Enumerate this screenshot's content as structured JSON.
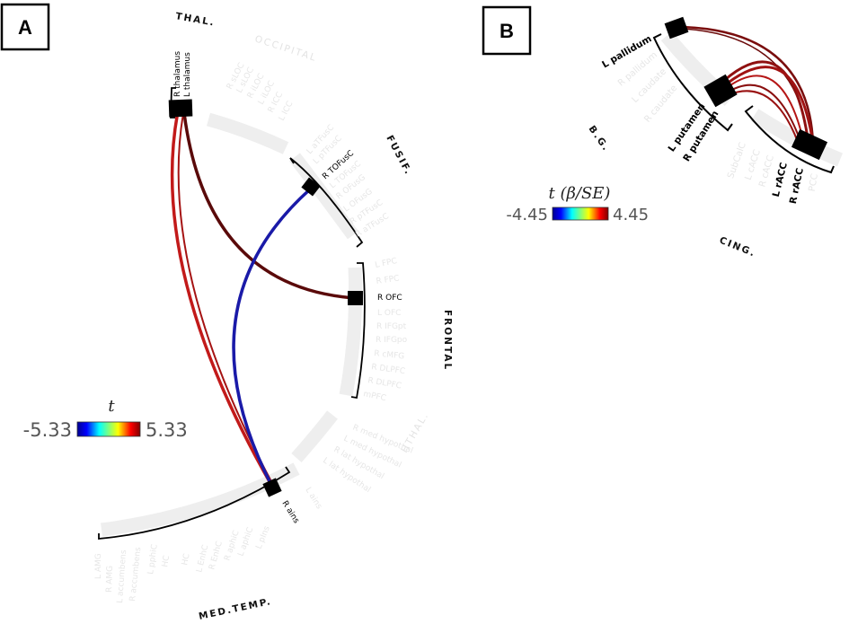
{
  "panel_a": {
    "letter": "A",
    "groups": {
      "thal": "THAL.",
      "occipital": "OCCIPITAL",
      "fusif": "FUSIF.",
      "frontal": "FRONTAL",
      "hthal": "HTHAL.",
      "medtemp": "MED.TEMP."
    },
    "thal_labels": [
      "R thalamus",
      "L thalamus"
    ],
    "occipital_labels": [
      "R sLOC",
      "L sLOC",
      "R iLOC",
      "L iLOC",
      "R ICC",
      "L ICC"
    ],
    "fusif_labels": [
      "L aTFusC",
      "L pTFusC",
      "R TOFusC",
      "L TOFusC",
      "R OFusG",
      "L OFusG",
      "R pTFusC",
      "R aTFusC"
    ],
    "frontal_labels": [
      "L FPC",
      "R FPC",
      "R OFC",
      "L OFC",
      "R IFGpt",
      "R IFGpo",
      "R cMFG",
      "R DLPFC",
      "R DLPFC",
      "mPFC"
    ],
    "hthal_labels": [
      "R med hypothal",
      "L med hypothal",
      "R lat hypothal",
      "L lat hypothal"
    ],
    "medtemp_labels": [
      "R ains",
      "L ains",
      "L pIns",
      "L aphiC",
      "R aphiC",
      "R EnhC",
      "L EnhC",
      "HC",
      "HC",
      "L pphiC",
      "R accumbens",
      "L accumbens",
      "R AMG",
      "L AMG"
    ],
    "active": {
      "thalamus": "R thalamus",
      "tofusc": "R TOFusC",
      "ofc": "R OFC",
      "ains": "R ains"
    },
    "colorbar": {
      "title": "t",
      "min": "-5.33",
      "max": "5.33"
    },
    "connections": [
      {
        "from": "R thalamus",
        "to": "R ains",
        "color": "#c21a1a"
      },
      {
        "from": "R thalamus",
        "to": "R OFC",
        "color": "#5a0a0a"
      },
      {
        "from": "R TOFusC",
        "to": "R ains",
        "color": "#1a1aa8"
      }
    ]
  },
  "panel_b": {
    "letter": "B",
    "groups": {
      "bg": "B.G.",
      "cing": "CING."
    },
    "bg_labels": [
      "L pallidum",
      "R pallidum",
      "L caudate",
      "R caudate",
      "L putamen",
      "R putamen"
    ],
    "cing_labels": [
      "SubCalC",
      "L cACC",
      "R cACC",
      "L rACC",
      "R rACC",
      "PCC"
    ],
    "active": {
      "pallidum": "L pallidum",
      "putamen_l": "L putamen",
      "putamen_r": "R putamen",
      "racc_l": "L rACC",
      "racc_r": "R rACC"
    },
    "colorbar": {
      "title": "t (β/SE)",
      "min": "-4.45",
      "max": "4.45"
    },
    "connections": [
      {
        "from": "L pallidum",
        "to": "R rACC",
        "color": "#7a0d0d"
      },
      {
        "from": "L putamen",
        "to": "L rACC",
        "color": "#8f1010"
      },
      {
        "from": "R putamen",
        "to": "R rACC",
        "color": "#a01212"
      }
    ]
  }
}
